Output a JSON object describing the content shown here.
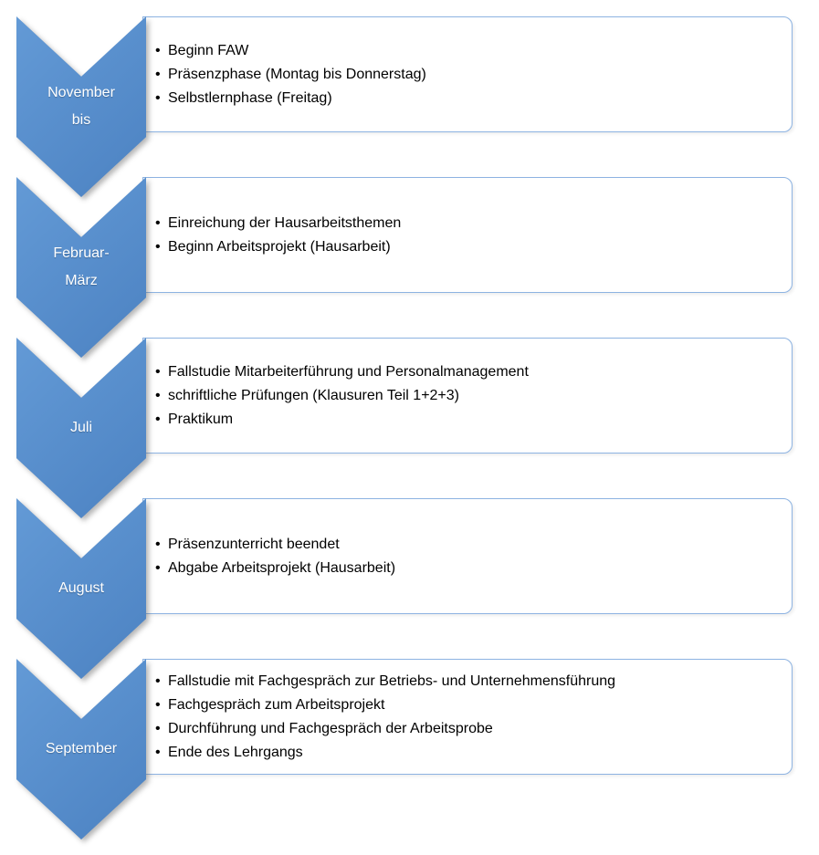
{
  "colors": {
    "chevron_light": "#639ad6",
    "chevron_dark": "#4c82c2",
    "box_border": "#8db3e2",
    "label_text": "#ffffff",
    "body_text": "#000000",
    "background": "#ffffff"
  },
  "timeline": {
    "steps": [
      {
        "label_lines": [
          "November",
          "bis"
        ],
        "items": [
          "Beginn FAW",
          "Präsenzphase (Montag bis Donnerstag)",
          "Selbstlernphase (Freitag)"
        ]
      },
      {
        "label_lines": [
          "Februar-",
          "März"
        ],
        "items": [
          "Einreichung der Hausarbeitsthemen",
          "Beginn Arbeitsprojekt (Hausarbeit)"
        ]
      },
      {
        "label_lines": [
          "Juli"
        ],
        "items": [
          "Fallstudie Mitarbeiterführung und Personalmanagement",
          "schriftliche Prüfungen (Klausuren Teil 1+2+3)",
          "Praktikum"
        ]
      },
      {
        "label_lines": [
          "August"
        ],
        "items": [
          "Präsenzunterricht beendet",
          "Abgabe Arbeitsprojekt (Hausarbeit)"
        ]
      },
      {
        "label_lines": [
          "September"
        ],
        "items": [
          "Fallstudie mit Fachgespräch zur Betriebs- und Unternehmensführung",
          "Fachgespräch zum Arbeitsprojekt",
          "Durchführung und Fachgespräch der Arbeitsprobe",
          "Ende des Lehrgangs"
        ]
      }
    ]
  }
}
